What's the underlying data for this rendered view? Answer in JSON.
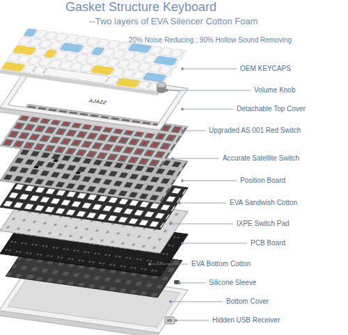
{
  "diagram": {
    "title": "Gasket Structure Keyboard",
    "labels": [
      "--Two layers of EVA Silencer Cotton Foam",
      "20% Noise Reducing ; 90% Hollow Sound Removing",
      "OEM KEYCAPS",
      "Volume Knob",
      "Detachable Top Cover",
      "Upgraded AS 001 Red Switch",
      "Accurate Satellite Switch",
      "Position Board",
      "EVA Sandwish Cotton",
      "IXPE Switch Pad",
      "PCB Board",
      "EVA Bottom Cotton",
      "Silicone Sleeve",
      "Bottom Cover",
      "Hidden USB Receiver",
      "AJAZZ"
    ]
  }
}
